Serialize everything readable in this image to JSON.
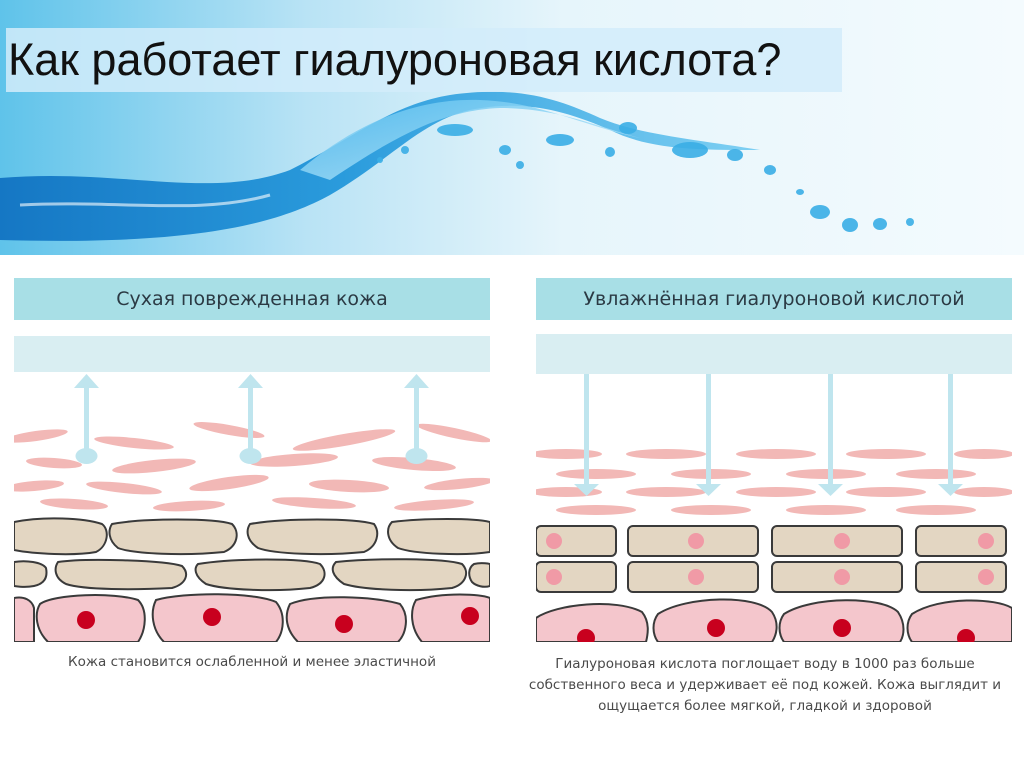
{
  "title": "Как работает гиалуроновая кислота?",
  "panels": {
    "dry": {
      "header": "Сухая поврежденная кожа",
      "caption": "Кожа становится ослабленной и менее эластичной"
    },
    "hydrated": {
      "header": "Увлажнённая гиалуроновой кислотой",
      "caption": "Гиалуроновая кислота поглощает воду в 1000 раз больше собственного веса и удерживает её под кожей. Кожа выглядит и ощущается более мягкой, гладкой и здоровой"
    }
  },
  "colors": {
    "header_bg": "#a8dfe6",
    "surface_band": "#d9eef2",
    "collagen_fiber": "#f2b8b6",
    "keratinocyte": "#e3d6c2",
    "basal_cell": "#f4c6cc",
    "nucleus_basal": "#c8001e",
    "nucleus_hydrated": "#f09aa6",
    "arrow": "#bfe5ee",
    "water": "#2aa5dd"
  },
  "icons": {
    "arrow_dry": "arrow-up-icon",
    "arrow_hydrated": "arrow-down-icon"
  }
}
